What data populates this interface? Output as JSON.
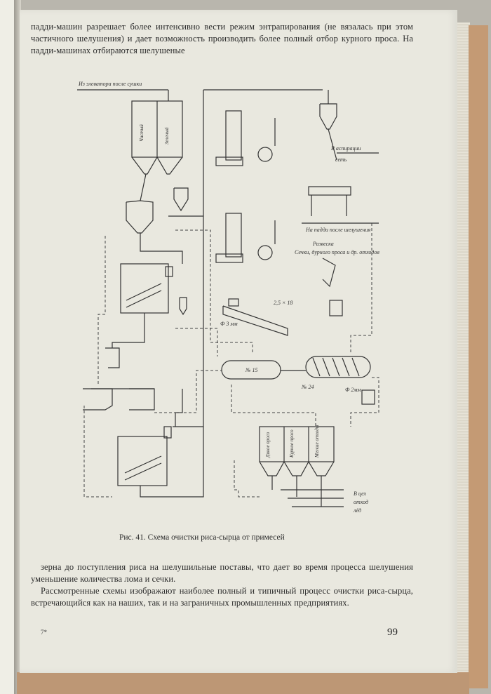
{
  "page": {
    "top_text": "падди-машин разрешает более интенсивно вести режим энтрапирования (не вязалась при этом частичного шелушения) и дает возможность производить более полный отбор курного проса. На падди-машинах отбираются шелушеные",
    "caption": "Рис. 41. Схема очистки риса-сырца от примесей",
    "bottom_text_1": "зерна до поступления риса на шелушильные поставы, что дает во время процесса шелушения уменьшение количества лома и сечки.",
    "bottom_text_2": "Рассмотренные схемы изображают наиболее полный и типичный процесс очистки риса-сырца, встречающийся как на наших, так и на заграничных промышленных предприятиях.",
    "page_number": "99",
    "signature_mark": "7*"
  },
  "diagram": {
    "label_in": "Из элеватора после сушки",
    "label_out_top": "В аспирации",
    "label_out_top2": "сеть",
    "label_to_paddy": "На падди после шелушения",
    "label_reject": "Развеска",
    "label_reject2": "Сечки, дурного проса и др. отходов",
    "label_out_shop": "В цех",
    "label_out_shop2": "отход",
    "label_out_shop3": "лёд",
    "label_sep1": "№ 15",
    "label_sep2": "№ 24",
    "label_screen": "2,5 × 18",
    "label_screen2": "Ф 3 мм",
    "label_drum": "Ф 2мм",
    "bin_1": "Чистый",
    "bin_2": "Зеленый",
    "bin_3": "Дикое просо",
    "bin_4": "Курное просо",
    "bin_5": "Мелкие отходы"
  }
}
